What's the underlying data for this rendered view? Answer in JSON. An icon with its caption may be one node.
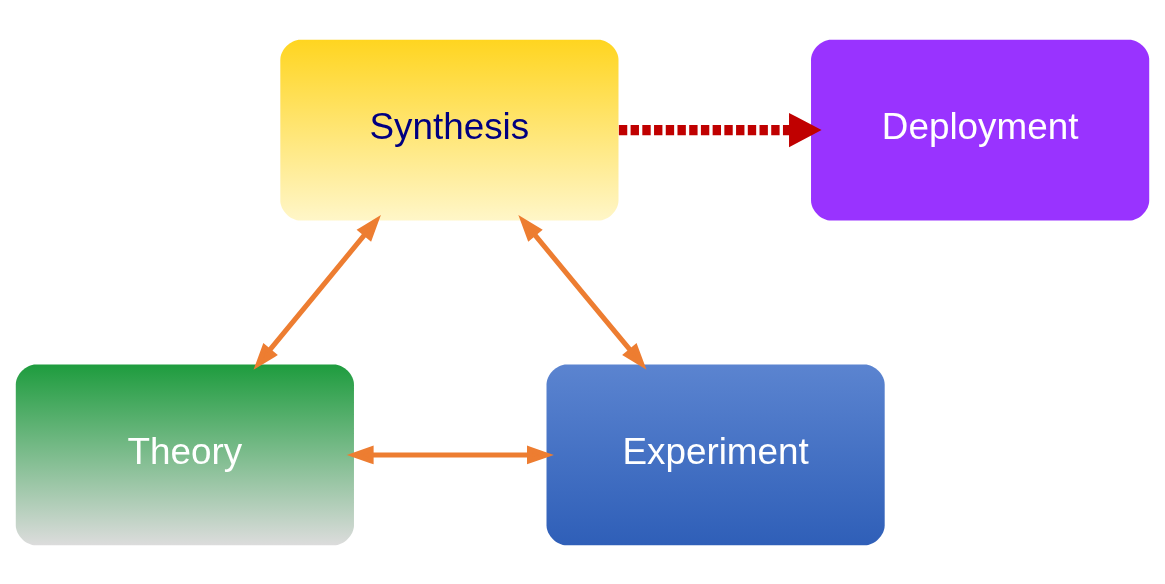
{
  "diagram": {
    "nodes": [
      {
        "text": [
          "Synthesis"
        ]
      },
      {
        "text": [
          "Deployment"
        ]
      },
      {
        "text": [
          "Theory"
        ]
      },
      {
        "text": [
          "Experiment"
        ]
      }
    ],
    "edges": [
      {
        "from": 0,
        "to": 1,
        "arrow": "to",
        "style": "dashed",
        "color": "#c00000"
      },
      {
        "from": 0,
        "to": 2,
        "arrow": "both"
      },
      {
        "from": 0,
        "to": 3,
        "arrow": "both"
      },
      {
        "from": 2,
        "to": 3,
        "arrow": "both"
      }
    ]
  }
}
